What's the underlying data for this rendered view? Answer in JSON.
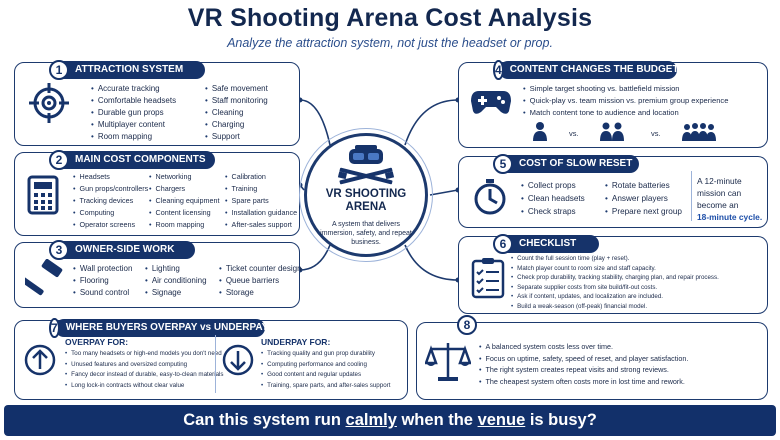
{
  "title": "VR Shooting Arena Cost Analysis",
  "subtitle": "Analyze the attraction system, not just the headset or prop.",
  "center": {
    "title_line1": "VR SHOOTING",
    "title_line2": "ARENA",
    "description": "A system that delivers immersion, safety, and repeat business."
  },
  "sections": {
    "s1": {
      "number": "1",
      "title": "ATTRACTION SYSTEM",
      "col1": [
        "Accurate tracking",
        "Comfortable headsets",
        "Durable gun props",
        "Multiplayer content",
        "Room mapping"
      ],
      "col2": [
        "Safe movement",
        "Staff monitoring",
        "Cleaning",
        "Charging",
        "Support"
      ]
    },
    "s2": {
      "number": "2",
      "title": "MAIN COST COMPONENTS",
      "col1": [
        "Headsets",
        "Gun props/controllers",
        "Tracking devices",
        "Computing",
        "Operator screens"
      ],
      "col2": [
        "Networking",
        "Chargers",
        "Cleaning equipment",
        "Content licensing",
        "Room mapping"
      ],
      "col3": [
        "Calibration",
        "Training",
        "Spare parts",
        "Installation guidance",
        "After-sales support"
      ]
    },
    "s3": {
      "number": "3",
      "title": "OWNER-SIDE WORK",
      "col1": [
        "Wall protection",
        "Flooring",
        "Sound control"
      ],
      "col2": [
        "Lighting",
        "Air conditioning",
        "Signage"
      ],
      "col3": [
        "Ticket counter design",
        "Queue barriers",
        "Storage"
      ]
    },
    "s4": {
      "number": "4",
      "title": "CONTENT CHANGES THE BUDGET",
      "items": [
        "Simple target shooting vs. battlefield mission",
        "Quick-play vs. team mission vs. premium group experience",
        "Match content tone to audience and location"
      ],
      "vs": "vs."
    },
    "s5": {
      "number": "5",
      "title": "COST OF SLOW RESET",
      "col1": [
        "Collect props",
        "Clean headsets",
        "Check straps"
      ],
      "col2": [
        "Rotate batteries",
        "Answer players",
        "Prepare next group"
      ],
      "note_line1": "A 12-minute",
      "note_line2": "mission can",
      "note_line3": "become an",
      "note_highlight": "18-minute cycle."
    },
    "s6": {
      "number": "6",
      "title": "CHECKLIST",
      "items": [
        "Count the full session time (play + reset).",
        "Match player count to room size and staff capacity.",
        "Check prop durability, tracking stability, charging plan, and repair process.",
        "Separate supplier costs from site build/fit-out costs.",
        "Ask if content, updates, and localization are included.",
        "Build a weak-season (off-peak) financial model."
      ]
    },
    "s7": {
      "number": "7",
      "title": "WHERE BUYERS OVERPAY vs UNDERPAY",
      "overpay_label": "OVERPAY FOR:",
      "overpay": [
        "Too many headsets or high-end models you don't need",
        "Unused features and oversized computing",
        "Fancy decor instead of durable, easy-to-clean materials",
        "Long lock-in contracts without clear value"
      ],
      "underpay_label": "UNDERPAY FOR:",
      "underpay": [
        "Tracking quality and gun prop durability",
        "Computing performance and cooling",
        "Good content and regular updates",
        "Training, spare parts, and after-sales support"
      ]
    },
    "s8": {
      "number": "8",
      "items": [
        "A balanced system costs less over time.",
        "Focus on uptime, safety, speed of reset, and player satisfaction.",
        "The right system creates repeat visits and strong reviews.",
        "The cheapest system often costs more in lost time and rework."
      ]
    }
  },
  "banner": {
    "part1": "Can this system run ",
    "calmly": "calmly",
    "part2": " when the ",
    "venue": "venue",
    "part3": " is busy?"
  },
  "colors": {
    "navy": "#16336a",
    "accent_blue": "#1d4ea8",
    "border": "#1d3a6e"
  },
  "icons": [
    "target-icon",
    "calculator-icon",
    "hammer-icon",
    "arrow-up-icon",
    "arrow-down-icon",
    "gamepad-icon",
    "stopwatch-icon",
    "checklist-icon",
    "scales-icon",
    "vr-headset-icon",
    "crossed-guns-icon",
    "person-icon",
    "two-people-icon",
    "group-icon"
  ]
}
